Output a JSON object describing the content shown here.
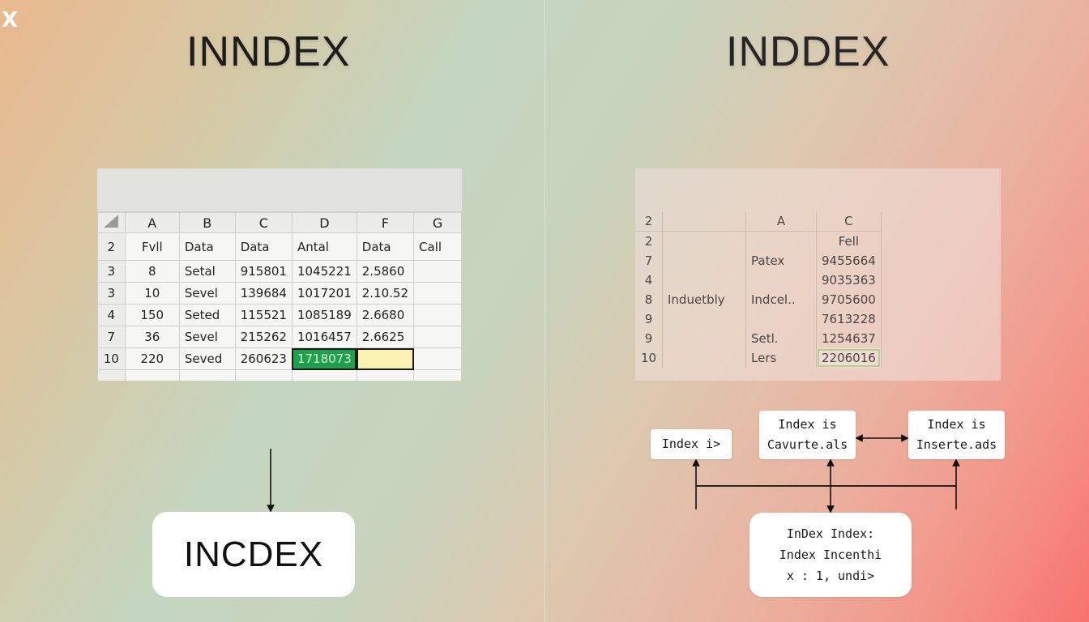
{
  "corner_logo": "X",
  "left": {
    "title": "INNDEX",
    "sheet": {
      "col_headers": [
        "A",
        "B",
        "C",
        "D",
        "F",
        "G"
      ],
      "rows": [
        {
          "rn": "2",
          "cells": [
            "Fvll",
            "Data",
            "Data",
            "Antal",
            "Data",
            "Call"
          ]
        },
        {
          "rn": "3",
          "cells": [
            "8",
            "Setal",
            "915801",
            "1045221",
            "2.5860",
            ""
          ]
        },
        {
          "rn": "3",
          "cells": [
            "10",
            "Sevel",
            "139684",
            "1017201",
            "2.10.52",
            ""
          ]
        },
        {
          "rn": "4",
          "cells": [
            "150",
            "Seted",
            "115521",
            "1085189",
            "2.6680",
            ""
          ]
        },
        {
          "rn": "7",
          "cells": [
            "36",
            "Sevel",
            "215262",
            "1016457",
            "2.6625",
            ""
          ]
        },
        {
          "rn": "10",
          "cells": [
            "220",
            "Seved",
            "260623",
            "1718073",
            "",
            ""
          ]
        }
      ]
    },
    "result_box": "INCDEX"
  },
  "right": {
    "title": "INDDEX",
    "sheet": {
      "header": {
        "rn": "2",
        "a": "A",
        "c": "C"
      },
      "rows": [
        {
          "rn": "2",
          "side": "",
          "a": "",
          "c": "Fell"
        },
        {
          "rn": "7",
          "side": "",
          "a": "Patex",
          "c": "9455664"
        },
        {
          "rn": "4",
          "side": "",
          "a": "",
          "c": "9035363"
        },
        {
          "rn": "8",
          "side": "Induetbly",
          "a": "Indcel..",
          "c": "9705600"
        },
        {
          "rn": "9",
          "side": "",
          "a": "",
          "c": "7613228"
        },
        {
          "rn": "9",
          "side": "",
          "a": "Setl.",
          "c": "1254637"
        },
        {
          "rn": "10",
          "side": "",
          "a": "Lers",
          "c": "2206016"
        }
      ]
    },
    "boxes": {
      "index_i": "Index i>",
      "cav_line1": "Index is",
      "cav_line2": "Cavurte.als",
      "ins_line1": "Index is",
      "ins_line2": "Inserte.ads",
      "bottom_line1": "InDex Index:",
      "bottom_line2": "Index Incenthi",
      "bottom_line3": "x : 1, undi>"
    }
  }
}
